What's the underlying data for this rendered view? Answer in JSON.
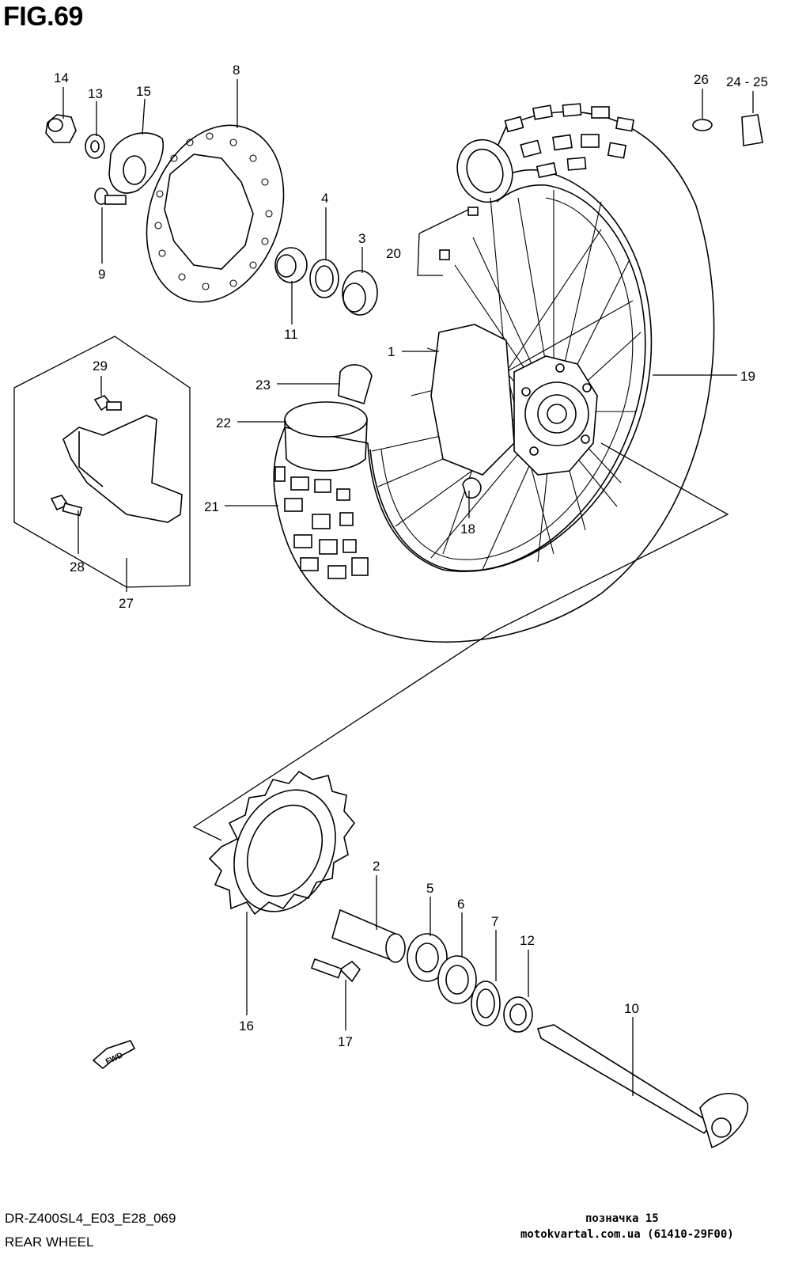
{
  "figure": {
    "title": "FIG.69"
  },
  "footer": {
    "model_code": "DR-Z400SL4_E03_E28_069",
    "section_name": "REAR WHEEL",
    "note": "позначка 15",
    "site_ref": "motokvartal.com.ua (61410-29F00)"
  },
  "fwd_label": "FWD",
  "callouts": {
    "c1": "1",
    "c2": "2",
    "c3": "3",
    "c4": "4",
    "c5": "5",
    "c6": "6",
    "c7": "7",
    "c8": "8",
    "c9": "9",
    "c10": "10",
    "c11": "11",
    "c12": "12",
    "c13": "13",
    "c14": "14",
    "c15": "15",
    "c16": "16",
    "c17": "17",
    "c18": "18",
    "c19": "19",
    "c20": "20",
    "c21": "21",
    "c22": "22",
    "c23": "23",
    "c24_25": "24 - 25",
    "c26": "26",
    "c27": "27",
    "c28": "28",
    "c29": "29"
  }
}
